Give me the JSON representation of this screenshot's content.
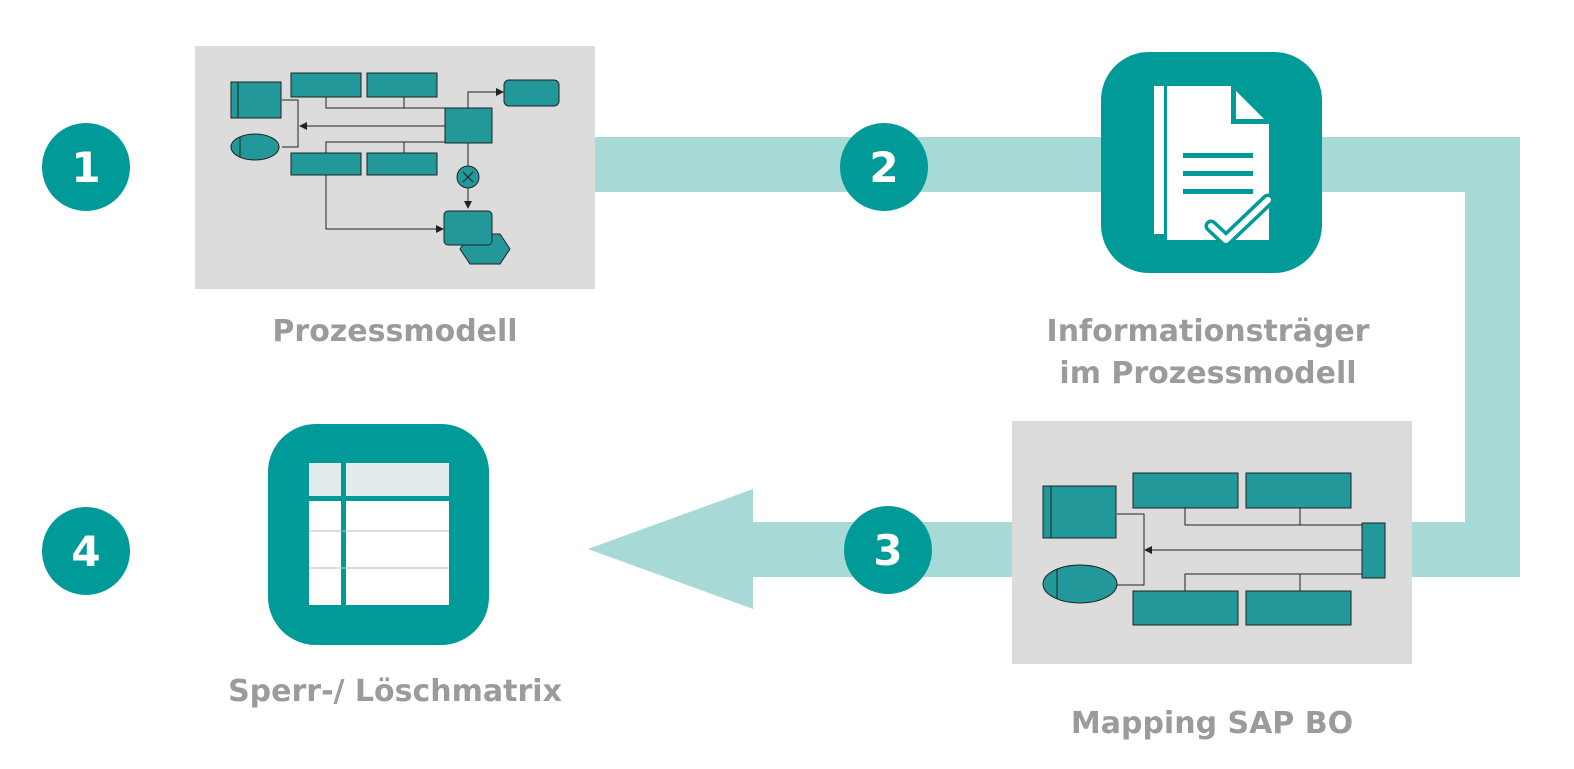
{
  "colors": {
    "teal": "#009a98",
    "teal_box": "#22989a",
    "light_teal": "#a7d9d6",
    "gray_panel": "#dcdcdc",
    "label_gray": "#9b9b9b",
    "white": "#ffffff"
  },
  "steps": [
    {
      "number": "1",
      "label": "Prozessmodell",
      "icon": "process-model-diagram"
    },
    {
      "number": "2",
      "label_line1": "Informationsträger",
      "label_line2": "im Prozessmodell",
      "icon": "document-check-icon"
    },
    {
      "number": "3",
      "label": "Mapping SAP BO",
      "icon": "mapping-diagram"
    },
    {
      "number": "4",
      "label": "Sperr-/ Löschmatrix",
      "icon": "table-matrix-icon"
    }
  ]
}
